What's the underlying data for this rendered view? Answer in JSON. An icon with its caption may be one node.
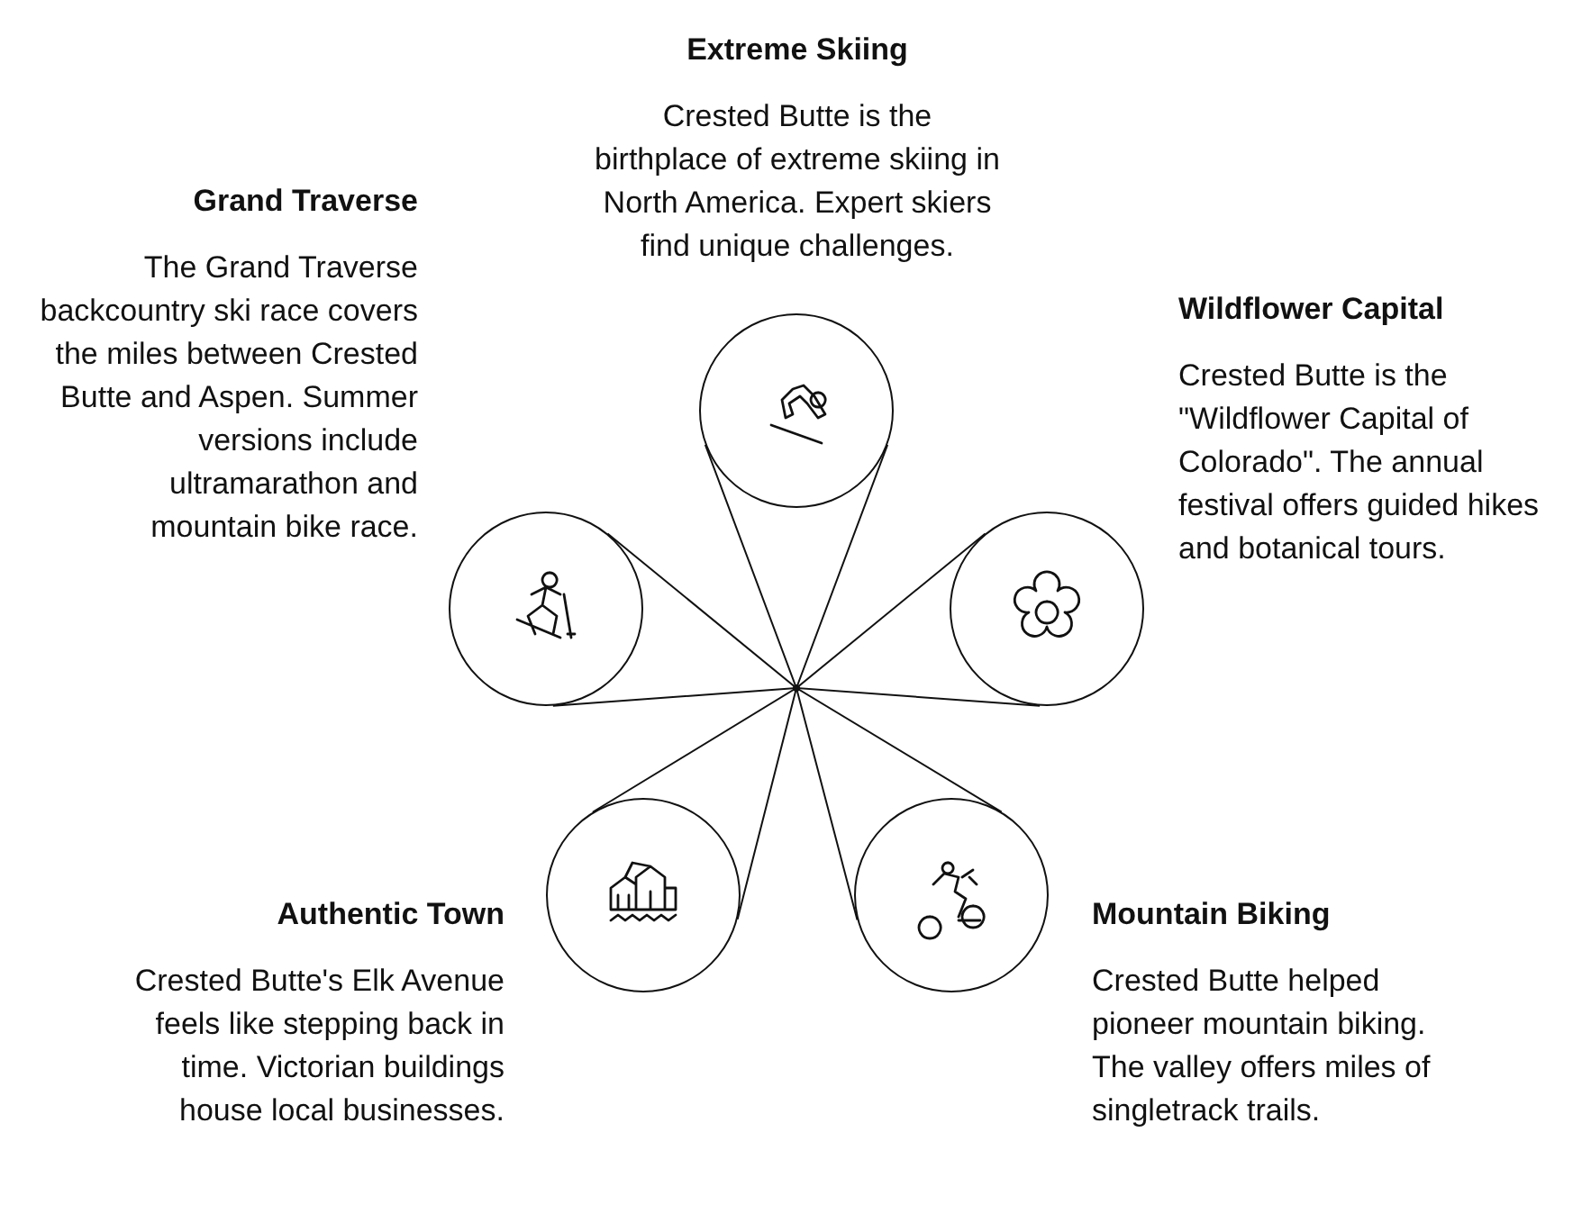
{
  "diagram": {
    "nodes": [
      {
        "text": [
          "Extreme Skiing",
          "Crested Butte is the birthplace of extreme skiing in North America. Expert skiers find unique challenges."
        ]
      },
      {
        "text": [
          "Grand Traverse",
          "The Grand Traverse backcountry ski race covers the miles between Crested Butte and Aspen. Summer versions include ultramarathon and mountain bike race."
        ]
      },
      {
        "text": [
          "Wildflower Capital",
          "Crested Butte is the \"Wildflower Capital of Colorado\". The annual festival offers guided hikes and botanical tours."
        ]
      },
      {
        "text": [
          "Authentic Town",
          "Crested Butte's Elk Avenue feels like stepping back in time. Victorian buildings house local businesses."
        ]
      },
      {
        "text": [
          "Mountain Biking",
          "Crested Butte helped pioneer mountain biking. The valley offers miles of singletrack trails."
        ]
      },
      {
        "text": [],
        "shape": "dot"
      }
    ],
    "edges": [
      {
        "from": 5,
        "to": 0,
        "arrow": "none"
      },
      {
        "from": 5,
        "to": 1,
        "arrow": "none"
      },
      {
        "from": 5,
        "to": 2,
        "arrow": "none"
      },
      {
        "from": 5,
        "to": 3,
        "arrow": "none"
      },
      {
        "from": 5,
        "to": 4,
        "arrow": "none"
      }
    ]
  }
}
